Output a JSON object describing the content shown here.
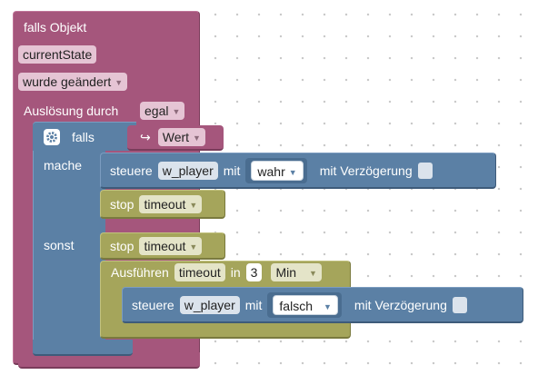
{
  "trigger": {
    "title": "falls Objekt",
    "object_id": "currentState",
    "condition": "wurde geändert",
    "trigger_label": "Auslösung durch",
    "trigger_value": "egal"
  },
  "if_block": {
    "if_label": "falls",
    "then_label": "mache",
    "else_label": "sonst",
    "value_arrow": "↪",
    "value_label": "Wert"
  },
  "then_branch": {
    "control": {
      "label": "steuere",
      "target": "w_player",
      "with_label": "mit",
      "value": "wahr",
      "delay_label": "mit Verzögerung"
    },
    "stop": {
      "label": "stop",
      "timer": "timeout"
    }
  },
  "else_branch": {
    "stop": {
      "label": "stop",
      "timer": "timeout"
    },
    "timeout": {
      "label": "Ausführen",
      "timer": "timeout",
      "in_label": "in",
      "amount": "3",
      "unit": "Min"
    },
    "control": {
      "label": "steuere",
      "target": "w_player",
      "with_label": "mit",
      "value": "falsch",
      "delay_label": "mit Verzögerung"
    }
  },
  "colors": {
    "trigger_block": "#a5567c",
    "logic_block": "#5b80a5",
    "timer_block": "#a5a55b"
  }
}
